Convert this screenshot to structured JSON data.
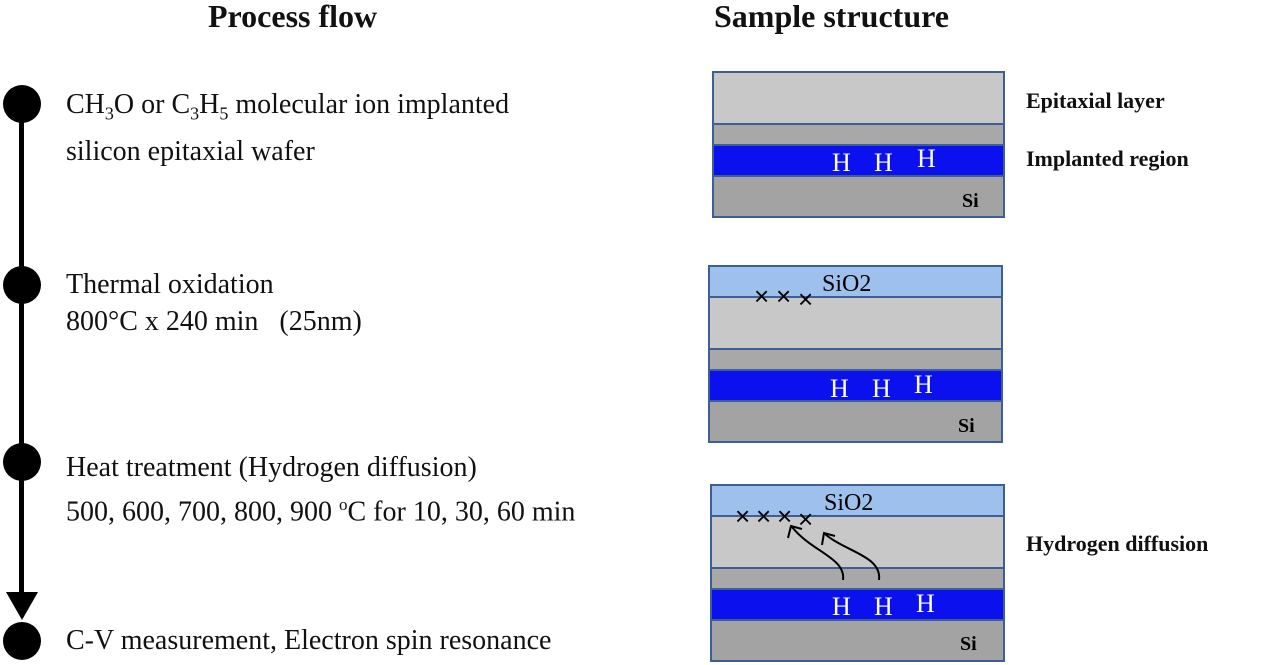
{
  "headers": {
    "process_flow": "Process flow",
    "sample_structure": "Sample structure"
  },
  "steps": [
    {
      "line1_pre": "CH",
      "line1_sub1": "3",
      "line1_mid": "O or C",
      "line1_sub2": "3",
      "line1_mid2": "H",
      "line1_sub3": "5",
      "line1_post": " molecular ion implanted",
      "line2": "silicon epitaxial wafer"
    },
    {
      "line1": "Thermal oxidation",
      "line2": "800°C x 240 min   (25nm)"
    },
    {
      "line1": "Heat treatment (Hydrogen diffusion)",
      "line2_pre": "500, 600, 700, 800, 900 ",
      "line2_sup": "o",
      "line2_post": "C for 10, 30, 60 min"
    },
    {
      "line1": "C-V measurement, Electron spin resonance"
    }
  ],
  "structure": {
    "h_letter": "H",
    "si_label": "Si",
    "oxide_label": "SiO2",
    "defect_mark": "×",
    "labels": {
      "epitaxial": "Epitaxial layer",
      "implanted": "Implanted region",
      "diffusion": "Hydrogen diffusion"
    }
  },
  "colors": {
    "epi": "#c8c8c8",
    "thin": "#a8a8a8",
    "implant": "#0a10ee",
    "substrate": "#a3a3a3",
    "oxide": "#9dc0ec",
    "border": "#3d5f95"
  },
  "icons": {
    "step_marker": "filled-circle",
    "flow_arrow": "down-arrow"
  }
}
